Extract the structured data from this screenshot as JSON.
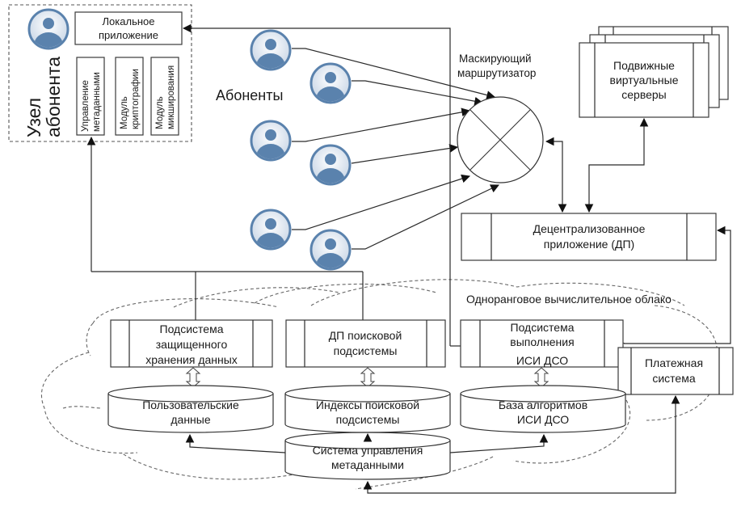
{
  "node": {
    "title_line1": "Узел",
    "title_line2": "абонента",
    "local_app_line1": "Локальное",
    "local_app_line2": "приложение",
    "modules": [
      {
        "line1": "Управление",
        "line2": "метаданными"
      },
      {
        "line1": "Модуль",
        "line2": "криптографии"
      },
      {
        "line1": "Модуль",
        "line2": "микширования"
      }
    ]
  },
  "subscribers_label": "Абоненты",
  "router": {
    "line1": "Маскирующий",
    "line2": "маршрутизатор"
  },
  "virtual_servers": {
    "line1": "Подвижные",
    "line2": "виртуальные",
    "line3": "серверы"
  },
  "dapp": {
    "line1": "Децентрализованное",
    "line2": "приложение (ДП)"
  },
  "cloud_label": "Одноранговое вычислительное облако",
  "subsystems": [
    {
      "line1": "Подсистема",
      "line2": "защищенного",
      "line3": "хранения данных"
    },
    {
      "line1": "ДП поисковой",
      "line2": "подсистемы"
    },
    {
      "line1": "Подсистема",
      "line2": "выполнения",
      "line3": "ИСИ ДСО"
    }
  ],
  "payment": {
    "line1": "Платежная",
    "line2": "система"
  },
  "databases": [
    {
      "line1": "Пользовательские",
      "line2": "данные"
    },
    {
      "line1": "Индексы поисковой",
      "line2": "подсистемы"
    },
    {
      "line1": "База алгоритмов",
      "line2": "ИСИ ДСО"
    }
  ],
  "metadata_system": {
    "line1": "Система управления",
    "line2": "метаданными"
  },
  "colors": {
    "avatar_ring": "#5a82ad",
    "avatar_fill": "#5a82ad",
    "avatar_bg": "#e6edf5",
    "line": "#2a2a2a"
  }
}
